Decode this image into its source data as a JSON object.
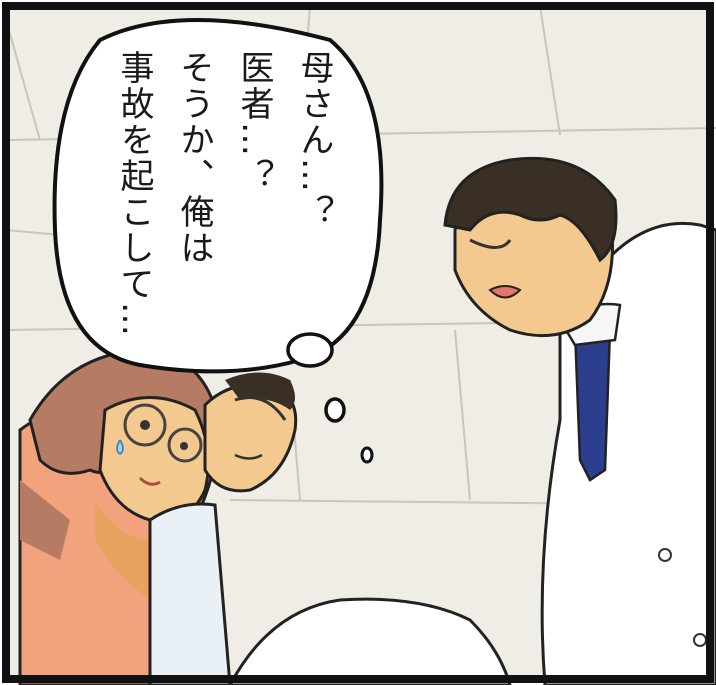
{
  "thought_bubble": {
    "lines": [
      "母さん…？",
      "医者…？",
      "そうか、俺は",
      "事故を起こして…"
    ]
  },
  "colors": {
    "frame": "#111111",
    "ceiling": "#efede6",
    "tile_line": "#c9c6bd",
    "skin": "#f3c98f",
    "skin_shadow": "#e7a35f",
    "mother_hair": "#b57c63",
    "mother_shirt": "#f2a37e",
    "doctor_hair": "#3a2f24",
    "coat": "#ffffff",
    "tie": "#2c3f8f",
    "father_shirt": "#eaf1f6"
  }
}
